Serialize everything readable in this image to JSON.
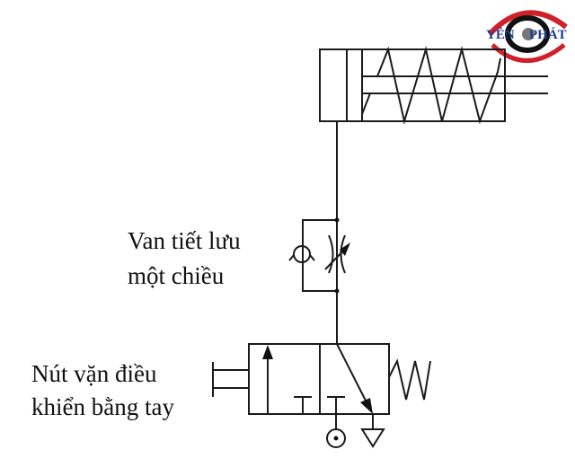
{
  "labels": {
    "throttle_valve_line1": "Van tiết lưu",
    "throttle_valve_line2": "một chiều",
    "manual_button_line1": "Nút vặn điều",
    "manual_button_line2": "khiển bằng tay"
  },
  "logo": {
    "text_left": "YÊN",
    "text_right": "PHÁT",
    "brand_red": "#d0202a",
    "brand_blue": "#1e3c8c"
  }
}
